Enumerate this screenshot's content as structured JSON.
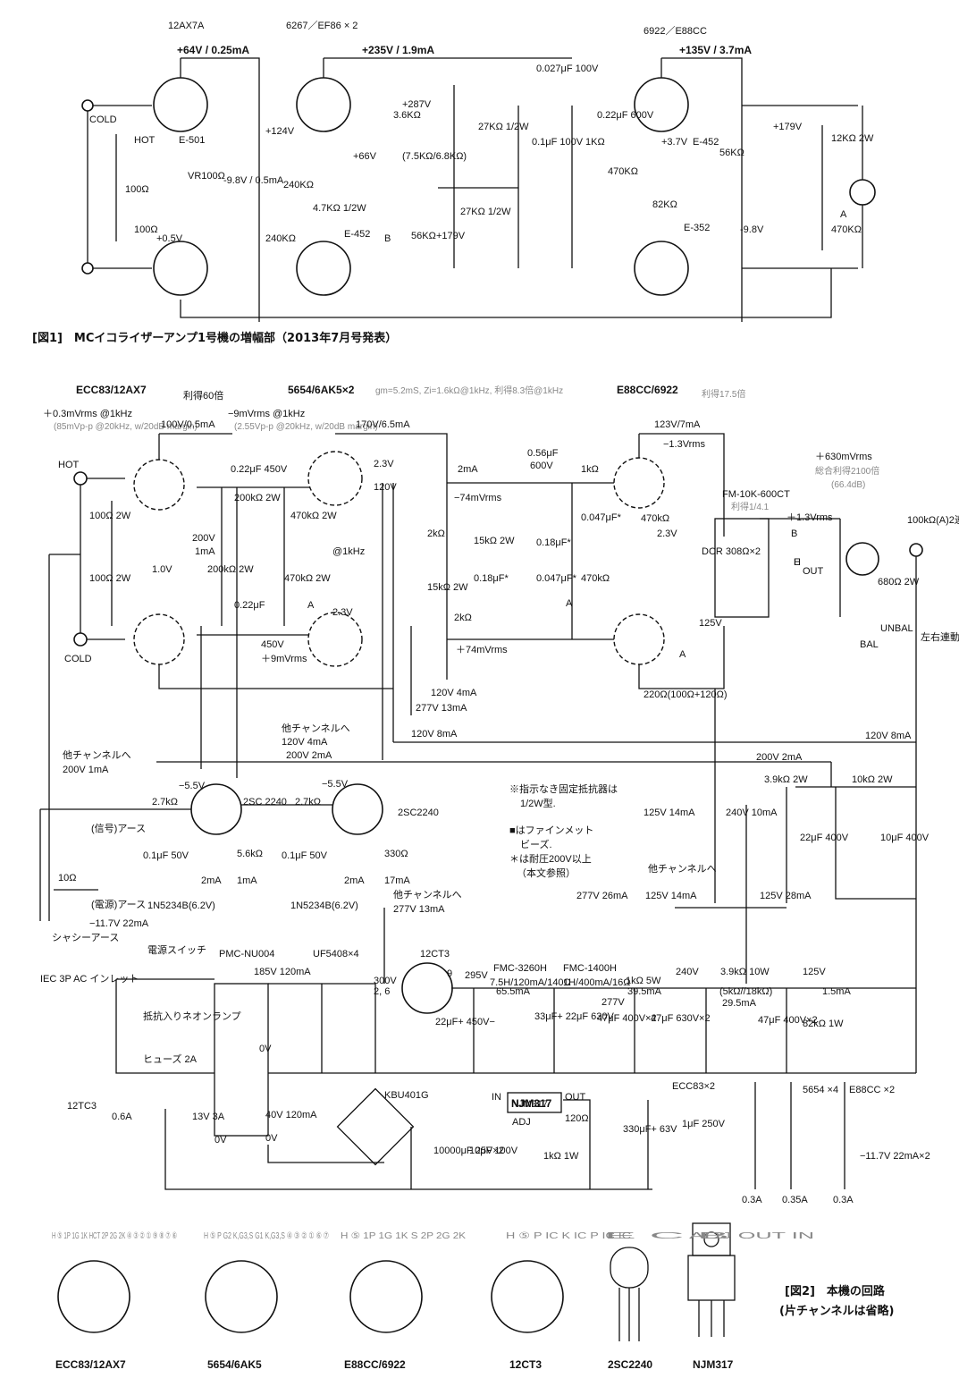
{
  "fig1": {
    "tube1": "12AX7A",
    "tube2": "6267／EF86 × 2",
    "tube3": "6922／E88CC",
    "v1": "+64V / 0.25mA",
    "v2": "+235V / 1.9mA",
    "v3": "+135V / 3.7mA",
    "caption": "[図1]　MCイコライザーアンプ1号機の増幅部（2013年7月号発表）",
    "labels": [
      "COLD",
      "HOT",
      "100Ω",
      "100Ω",
      "VR100Ω",
      "E-501",
      "+0.5V",
      "-9.8V / 0.5mA",
      "+124V",
      "240KΩ",
      "240KΩ",
      "+66V",
      "4.7KΩ 1/2W",
      "E-452",
      "56KΩ",
      "B",
      "+179V",
      "+287V",
      "3.6KΩ",
      "(7.5KΩ/6.8KΩ)",
      "27KΩ 1/2W",
      "27KΩ 1/2W",
      "0.1μF 100V",
      "0.027μF 100V",
      "0.22μF 600V",
      "1KΩ",
      "470KΩ",
      "+3.7V",
      "E-452",
      "56KΩ",
      "82KΩ",
      "E-352",
      "-9.8V",
      "+179V",
      "12KΩ 2W",
      "470KΩ",
      "A"
    ]
  },
  "fig2": {
    "tubeA": "ECC83/12AX7",
    "gainA": "利得60倍",
    "tubeB": "5654/6AK5×2",
    "noteB": "gm=5.2mS, Zi=1.6kΩ@1kHz, 利得8.3倍@1kHz",
    "tubeC": "E88CC/6922",
    "gainC": "利得17.5倍",
    "inLevel": "＋0.3mVrms @1kHz",
    "inNote": "(85mVp-p @20kHz, w/20dB margin)",
    "midLevel": "−9mVrms @1kHz",
    "midNote": "(2.55Vp-p @20kHz, w/20dB margin)",
    "outLevel": "＋630mVrms",
    "totalGain": "総合利得2100倍",
    "totalDb": "(66.4dB)",
    "transformer": "FM-10K-600CT",
    "ratio": "利得1/4.1",
    "caption": "[図2]　本機の回路",
    "caption2": "(片チャンネルは省略)",
    "notes": [
      "※指示なき固定抵抗器は",
      "1/2W型.",
      "■はファインメット",
      "ビーズ.",
      "＊は耐圧200V以上",
      "（本文参照）"
    ],
    "labels": [
      "100V/0.5mA",
      "170V/6.5mA",
      "123V/7mA",
      "−1.3Vrms",
      "0.22μF 450V",
      "0.56μF",
      "600V",
      "1kΩ",
      "HOT",
      "COLD",
      "100Ω 2W",
      "100Ω 2W",
      "1.0V",
      "200V",
      "1mA",
      "200kΩ 2W",
      "200kΩ 2W",
      "470kΩ 2W",
      "470kΩ 2W",
      "0.22μF",
      "450V",
      "＋9mVrms",
      "@1kHz",
      "2.3V",
      "2.3V",
      "120V",
      "2mA",
      "＋74mVrms",
      "−74mVrms",
      "2kΩ",
      "2kΩ",
      "15kΩ 2W",
      "15kΩ 2W",
      "0.18μF*",
      "0.18μF*",
      "0.047μF*",
      "0.047μF*",
      "470kΩ",
      "470kΩ",
      "2.3V",
      "DCR 308Ω×2",
      "125V",
      "220Ω(100Ω+120Ω)",
      "＋1.3Vrms",
      "100kΩ(A)2連",
      "OUT",
      "680Ω 2W",
      "UNBAL",
      "BAL",
      "左右連動",
      "A",
      "A",
      "A",
      "B",
      "E",
      "H"
    ],
    "supply": [
      "120V 4mA",
      "277V 13mA",
      "他チャンネルへ",
      "120V 4mA",
      "120V 8mA",
      "120V 8mA",
      "200V 2mA",
      "200V 2mA",
      "他チャンネルへ",
      "200V 1mA",
      "3.9kΩ 2W",
      "10kΩ 2W",
      "22μF 400V",
      "10μF 400V",
      "125V 14mA",
      "240V 10mA",
      "他チャンネルへ",
      "125V 14mA",
      "277V 26mA",
      "125V 28mA",
      "他チャンネルへ",
      "277V 13mA"
    ],
    "bias": [
      "−5.5V",
      "2.7kΩ",
      "2SC 2240",
      "5.6kΩ",
      "0.1μF 50V",
      "2mA",
      "1mA",
      "1N5234B(6.2V)",
      "−5.5V",
      "2.7kΩ",
      "2SC2240",
      "330Ω",
      "0.1μF 50V",
      "2mA",
      "17mA",
      "1N5234B(6.2V)",
      "(信号)アース",
      "10Ω",
      "(電源)アース",
      "−11.7V 22mA",
      "シャシーアース"
    ],
    "power": [
      "電源スイッチ",
      "PMC-NU004",
      "UF5408×4",
      "12CT3",
      "IEC 3P AC インレット",
      "抵抗入りネオンランプ",
      "ヒューズ 2A",
      "185V 120mA",
      "0V",
      "300V",
      "2, 6",
      "9",
      "295V",
      "FMC-3260H",
      "7.5H/120mA/140Ω",
      "65.5mA",
      "FMC-1400H",
      "1H/400mA/16Ω",
      "277V",
      "1kΩ 5W",
      "39.5mA",
      "240V",
      "3.9kΩ 10W",
      "(5kΩ//18kΩ)",
      "29.5mA",
      "125V",
      "1.5mA",
      "82kΩ 1W",
      "22μF+ 450V−",
      "33μF+ 22μF 630V",
      "47μF 400V×2",
      "47μF 630V×2",
      "47μF 400V×2",
      "12TC3",
      "0.6A",
      "13V 3A",
      "0V",
      "40V 120mA",
      "0V",
      "KBU401G",
      "NJM317",
      "IN",
      "OUT",
      "ADJ",
      "120Ω",
      "1kΩ 1W",
      "10μF 100V",
      "10000μF 25V×2",
      "330μF+ 63V",
      "1μF 250V",
      "ECC83×2",
      "5654 ×4",
      "E88CC ×2",
      "−11.7V 22mA×2",
      "0.3A",
      "0.35A",
      "0.3A"
    ]
  },
  "pinouts": [
    {
      "name": "ECC83/12AX7",
      "pins": "H ⑤ 1P 1G 1K HCT 2P 2G 2K ④ ③ ② ① ⑨ ⑧ ⑦ ⑥"
    },
    {
      "name": "5654/6AK5",
      "pins": "H ⑤ P G2 K,G3,S G1 K,G3,S ④ ③ ② ① ⑥ ⑦"
    },
    {
      "name": "E88CC/6922",
      "pins": "H ⑤ 1P 1G 1K S 2P 2G 2K"
    },
    {
      "name": "12CT3",
      "pins": "H ⑤ P IC K IC P IC IC"
    },
    {
      "name": "2SC2240",
      "pins": "E C B"
    },
    {
      "name": "NJM317",
      "pins": "ADJ OUT IN"
    }
  ]
}
